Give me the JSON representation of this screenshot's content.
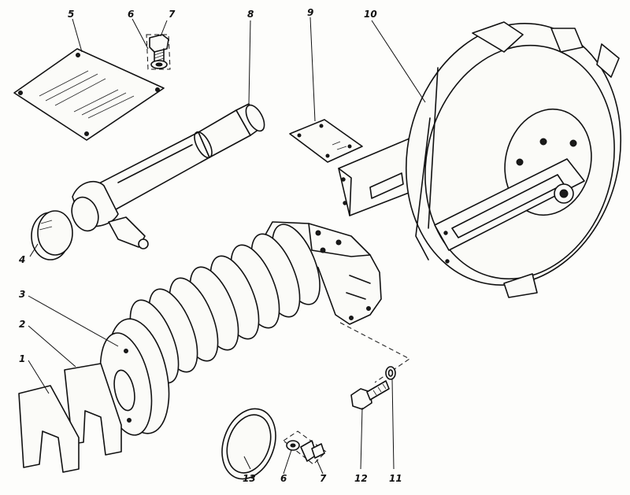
{
  "labels": {
    "l1": "1",
    "l2": "2",
    "l3": "3",
    "l4": "4",
    "l5": "5",
    "l6a": "6",
    "l7a": "7",
    "l8": "8",
    "l9": "9",
    "l10": "10",
    "l6b": "6",
    "l7b": "7",
    "l11": "11",
    "l12": "12",
    "l13": "13"
  }
}
